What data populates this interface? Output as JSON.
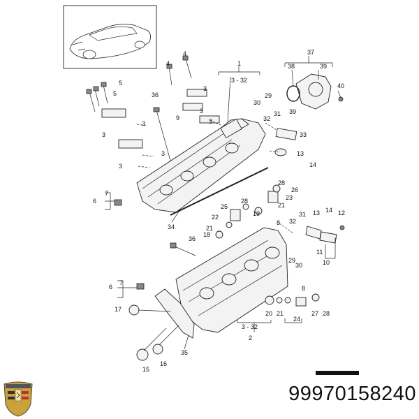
{
  "part_number": "99970158240",
  "callouts": {
    "c1": "1",
    "c2": "2",
    "c3_32a": "3 - 32",
    "c3_32b": "3 - 32",
    "c3a": "3",
    "c3b": "3",
    "c3c": "3",
    "c3d": "3",
    "c3e": "3",
    "c3f": "3",
    "c3g": "3",
    "c4a": "4",
    "c4b": "4",
    "c5a": "5",
    "c5b": "5",
    "c6a": "6",
    "c6b": "6",
    "c7a": "7",
    "c7b": "7",
    "c8a": "8",
    "c8b": "8",
    "c9": "9",
    "c10": "10",
    "c11": "11",
    "c12": "12",
    "c13a": "13",
    "c13b": "13",
    "c14a": "14",
    "c14b": "14",
    "c15": "15",
    "c16": "16",
    "c17": "17",
    "c18": "18",
    "c19": "19",
    "c20": "20",
    "c21a": "21",
    "c21b": "21",
    "c21c": "21",
    "c22": "22",
    "c23": "23",
    "c24": "24",
    "c25": "25",
    "c26": "26",
    "c27": "27",
    "c28a": "28",
    "c28b": "28",
    "c29a": "29",
    "c29b": "29",
    "c30a": "30",
    "c30b": "30",
    "c31a": "31",
    "c31b": "31",
    "c32a": "32",
    "c32b": "32",
    "c33": "33",
    "c34": "34",
    "c35": "35",
    "c36a": "36",
    "c36b": "36",
    "c37": "37",
    "c38": "38",
    "c39a": "39",
    "c39b": "39",
    "c40": "40"
  },
  "colors": {
    "line": "#222222",
    "part_fill": "#f3f3f3",
    "text": "#111111"
  },
  "icons": {
    "logo": "porsche-crest-icon",
    "car": "car-thumbnail-icon"
  }
}
